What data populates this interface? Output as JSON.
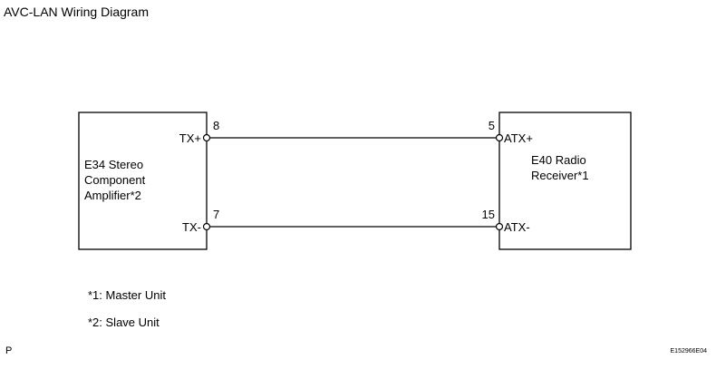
{
  "title": "AVC-LAN Wiring Diagram",
  "left_component": {
    "label_lines": [
      "E34 Stereo",
      "Component",
      "Amplifier*2"
    ],
    "pins": [
      {
        "name": "TX+",
        "number": "8"
      },
      {
        "name": "TX-",
        "number": "7"
      }
    ]
  },
  "right_component": {
    "label_lines": [
      "E40 Radio",
      "Receiver*1"
    ],
    "pins": [
      {
        "name": "ATX+",
        "number": "5"
      },
      {
        "name": "ATX-",
        "number": "15"
      }
    ]
  },
  "notes": [
    "*1: Master Unit",
    "*2: Slave Unit"
  ],
  "page_letter": "P",
  "figure_code": "E152966E04"
}
